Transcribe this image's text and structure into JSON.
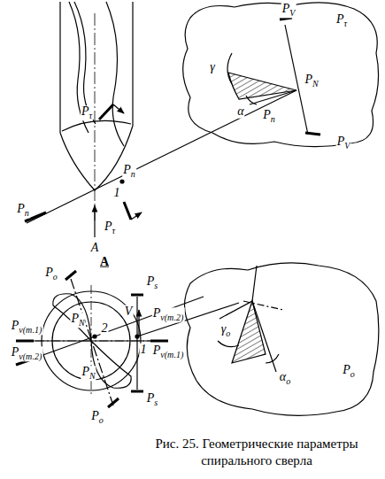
{
  "diagram": {
    "caption": "Рис. 25. Геометрические параметры спирального сверла",
    "labels": [
      "Pτ",
      "Pn",
      "1",
      "Pn",
      "A",
      "Pτ",
      "PV",
      "Pτ",
      "γ",
      "PN",
      "α",
      "Pn",
      "PV",
      "A",
      "Po",
      "Ps",
      "V",
      "Pv(т.2)",
      "PN",
      "2",
      "1",
      "Pv(т.1)",
      "Pv(т.1)",
      "Pv(т.2)",
      "PN",
      "Ps",
      "Po",
      "γo",
      "αo",
      "Po"
    ]
  }
}
